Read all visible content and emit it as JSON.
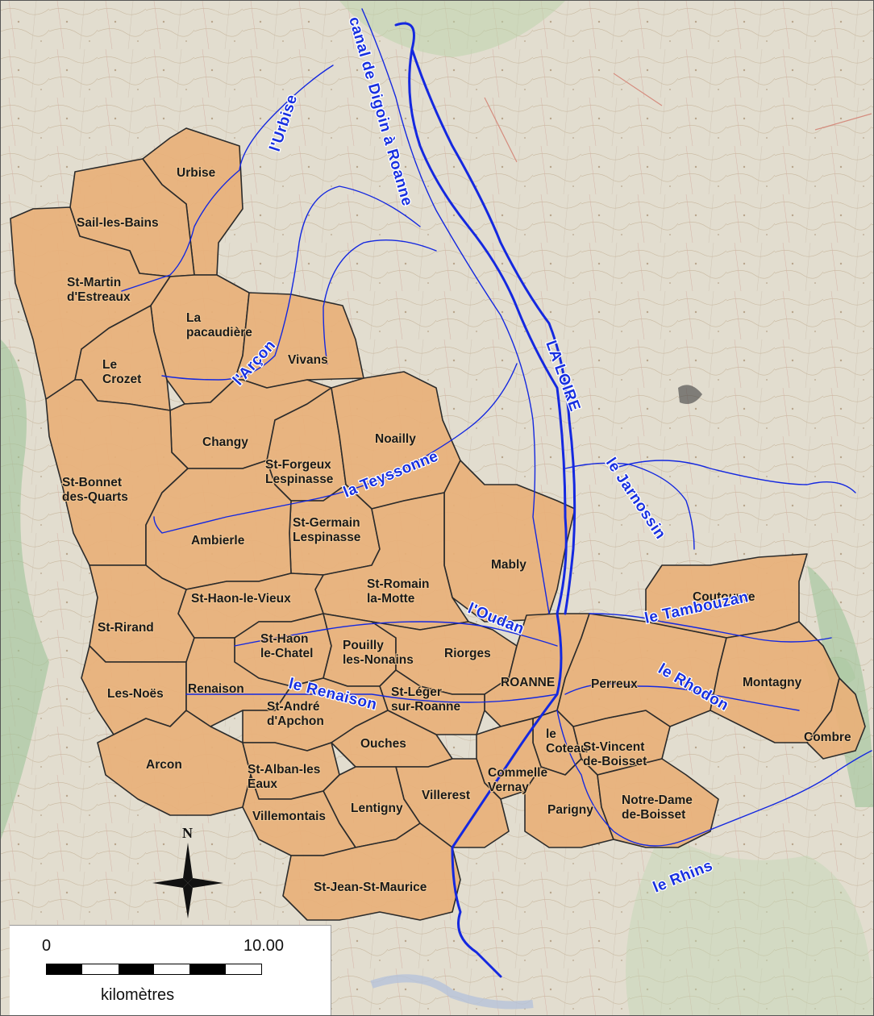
{
  "colors": {
    "commune_fill": "#e8b07a",
    "commune_border": "#2b2b2b",
    "river": "#1428e0",
    "background_map": "#ddd8c8"
  },
  "communes": [
    "Urbise",
    "Sail-les-Bains",
    "St-Martin\nd'Estreaux",
    "La\npacaudière",
    "Le\nCrozet",
    "Vivans",
    "Changy",
    "St-Forgeux\nLespinasse",
    "Noailly",
    "St-Bonnet\ndes-Quarts",
    "St-Germain\nLespinasse",
    "Ambierle",
    "Mably",
    "St-Romain\nla-Motte",
    "St-Haon-le-Vieux",
    "St-Rirand",
    "St-Haon\nle-Chatel",
    "Pouilly\nles-Nonains",
    "Riorges",
    "ROANNE",
    "Les-Noës",
    "Renaison",
    "St-Léger\nsur-Roanne",
    "St-André\nd'Apchon",
    "Ouches",
    "le\nCoteau",
    "Commelle\nVernay",
    "St-Vincent\nde-Boisset",
    "Arcon",
    "St-Alban-les\nEaux",
    "Villerest",
    "Lentigny",
    "Villemontais",
    "Parigny",
    "Notre-Dame\nde-Boisset",
    "St-Jean-St-Maurice",
    "Coutouvre",
    "Perreux",
    "Montagny",
    "Combre"
  ],
  "rivers": [
    "canal de Digoin à Roanne",
    "l'Urbise",
    "LA LOIRE",
    "l'Arçon",
    "la Teyssonne",
    "le Jarnossin",
    "l'Oudan",
    "le Tambouzan",
    "le Rhodon",
    "le Renaison",
    "le Rhins"
  ],
  "compass": {
    "north_label": "N"
  },
  "scale": {
    "start": "0",
    "end": "10.00",
    "unit": "kilomètres"
  }
}
